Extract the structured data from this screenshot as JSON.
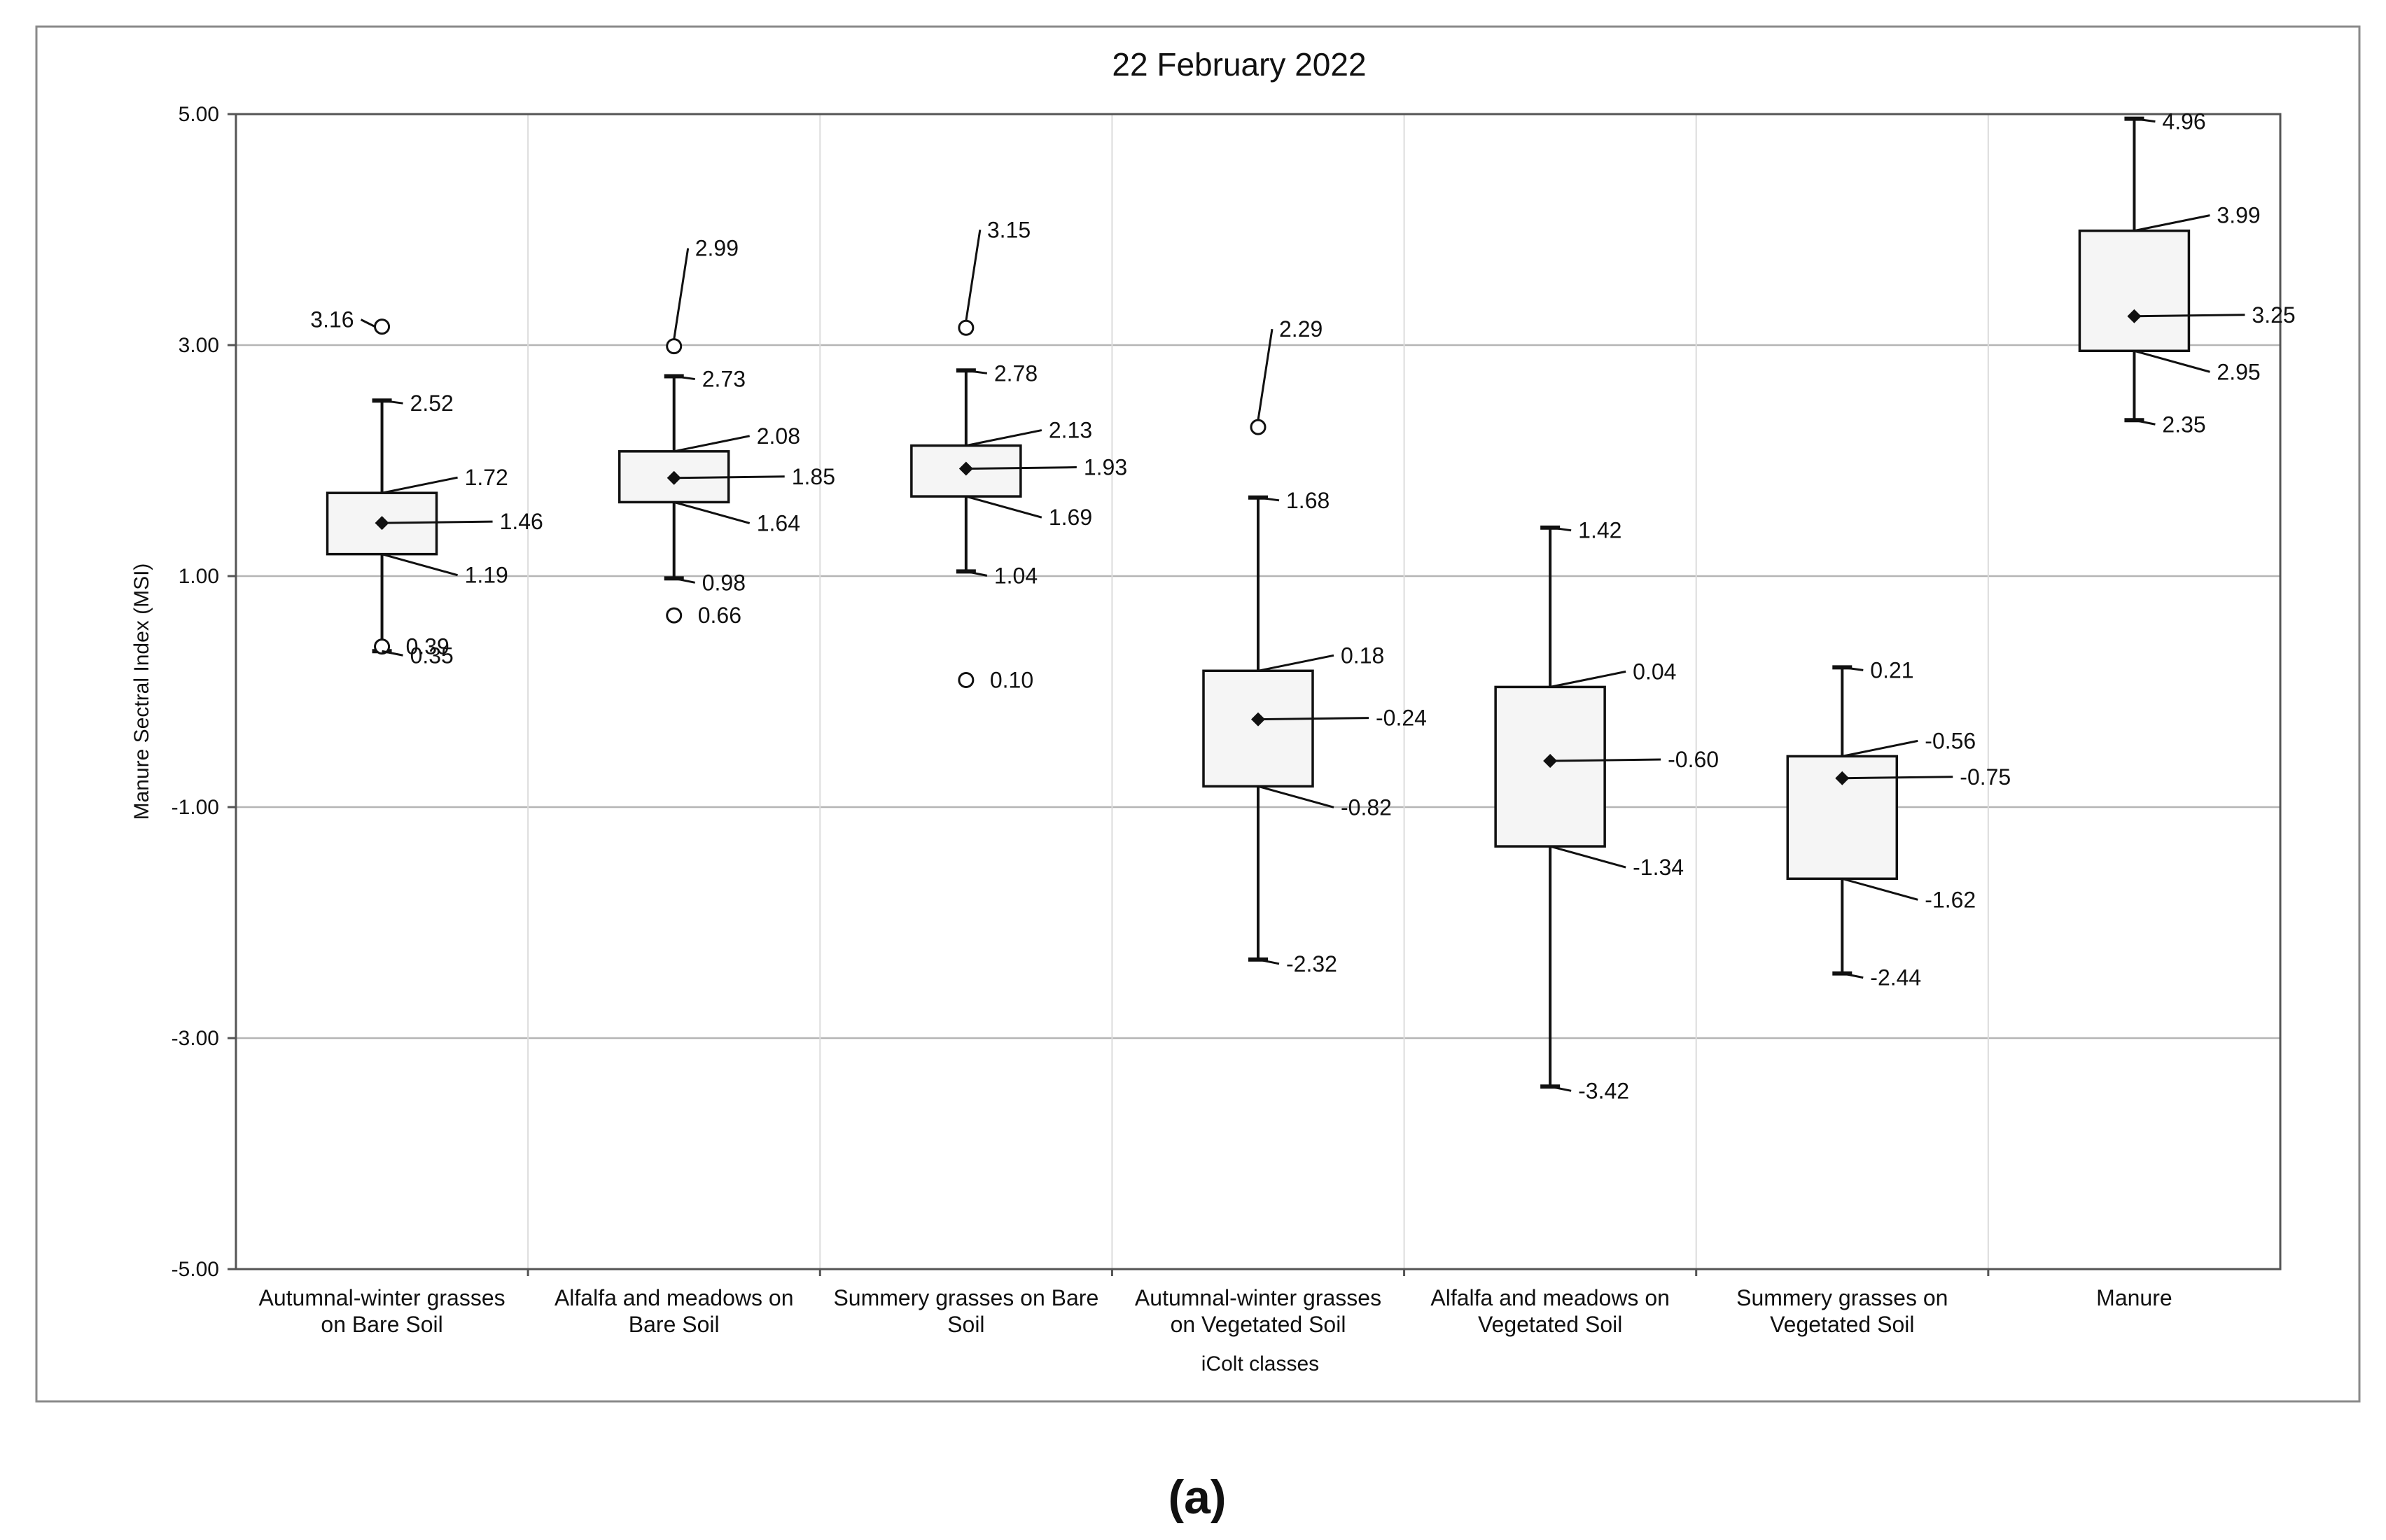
{
  "caption": "(a)",
  "chart_data": {
    "type": "box",
    "title": "22 February 2022",
    "xlabel": "iColt classes",
    "ylabel": "Manure Sectral Index (MSI)",
    "ylim": [
      -5,
      5
    ],
    "yticks": [
      5,
      3,
      1,
      -1,
      -3,
      -5
    ],
    "ytick_labels": [
      "5.00",
      "3.00",
      "1.00",
      "-1.00",
      "-3.00",
      "-5.00"
    ],
    "grid": true,
    "legend": "none",
    "categories": [
      [
        "Autumnal-winter grasses",
        "on Bare Soil"
      ],
      [
        "Alfalfa and meadows on",
        "Bare Soil"
      ],
      [
        "Summery grasses on Bare",
        "Soil"
      ],
      [
        "Autumnal-winter grasses",
        "on Vegetated Soil"
      ],
      [
        "Alfalfa and meadows on",
        "Vegetated Soil"
      ],
      [
        "Summery grasses on",
        "Vegetated Soil"
      ],
      [
        "Manure"
      ]
    ],
    "boxes": [
      {
        "whisker_low": 0.35,
        "q1": 1.19,
        "mean": 1.46,
        "q3": 1.72,
        "whisker_high": 2.52,
        "outliers": [
          3.16,
          0.39
        ],
        "labels": {
          "whisker_low": "0.35",
          "q1": "1.19",
          "mean": "1.46",
          "q3": "1.72",
          "whisker_high": "2.52",
          "outliers": [
            "3.16",
            "0.39"
          ]
        }
      },
      {
        "whisker_low": 0.98,
        "q1": 1.64,
        "mean": 1.85,
        "q3": 2.08,
        "whisker_high": 2.73,
        "outliers": [
          2.99,
          0.66
        ],
        "labels": {
          "whisker_low": "0.98",
          "q1": "1.64",
          "mean": "1.85",
          "q3": "2.08",
          "whisker_high": "2.73",
          "outliers": [
            "2.99",
            "0.66"
          ]
        }
      },
      {
        "whisker_low": 1.04,
        "q1": 1.69,
        "mean": 1.93,
        "q3": 2.13,
        "whisker_high": 2.78,
        "outliers": [
          3.15,
          0.1
        ],
        "labels": {
          "whisker_low": "1.04",
          "q1": "1.69",
          "mean": "1.93",
          "q3": "2.13",
          "whisker_high": "2.78",
          "outliers": [
            "3.15",
            "0.10"
          ]
        }
      },
      {
        "whisker_low": -2.32,
        "q1": -0.82,
        "mean": -0.24,
        "q3": 0.18,
        "whisker_high": 1.68,
        "outliers": [
          2.29
        ],
        "labels": {
          "whisker_low": "-2.32",
          "q1": "-0.82",
          "mean": "-0.24",
          "q3": "0.18",
          "whisker_high": "1.68",
          "outliers": [
            "2.29"
          ]
        }
      },
      {
        "whisker_low": -3.42,
        "q1": -1.34,
        "mean": -0.6,
        "q3": 0.04,
        "whisker_high": 1.42,
        "outliers": [],
        "labels": {
          "whisker_low": "-3.42",
          "q1": "-1.34",
          "mean": "-0.60",
          "q3": "0.04",
          "whisker_high": "1.42",
          "outliers": []
        }
      },
      {
        "whisker_low": -2.44,
        "q1": -1.62,
        "mean": -0.75,
        "q3": -0.56,
        "whisker_high": 0.21,
        "outliers": [],
        "labels": {
          "whisker_low": "-2.44",
          "q1": "-1.62",
          "mean": "-0.75",
          "q3": "-0.56",
          "whisker_high": "0.21",
          "outliers": []
        }
      },
      {
        "whisker_low": 2.35,
        "q1": 2.95,
        "mean": 3.25,
        "q3": 3.99,
        "whisker_high": 4.96,
        "outliers": [],
        "labels": {
          "whisker_low": "2.35",
          "q1": "2.95",
          "mean": "3.25",
          "q3": "3.99",
          "whisker_high": "4.96",
          "outliers": []
        }
      }
    ]
  }
}
